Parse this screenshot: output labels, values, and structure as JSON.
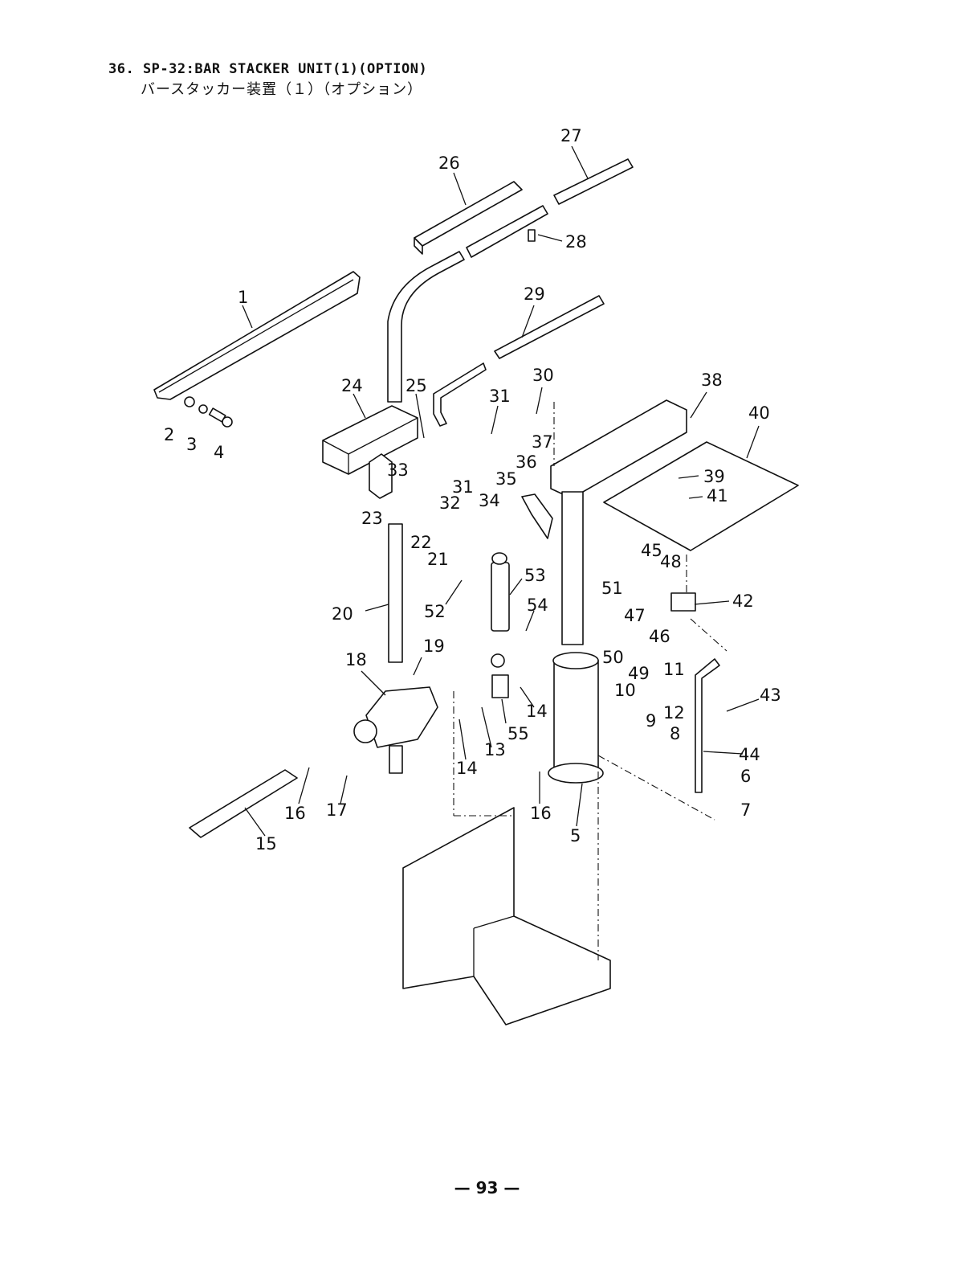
{
  "header": {
    "title_en": "36. SP-32:BAR STACKER UNIT(1)(OPTION)",
    "title_jp": "バースタッカー装置（１）（オプション）"
  },
  "footer": {
    "page": "— 93 —"
  },
  "labels": [
    "1",
    "2",
    "3",
    "4",
    "5",
    "6",
    "7",
    "8",
    "9",
    "10",
    "11",
    "12",
    "13",
    "14",
    "15",
    "16",
    "17",
    "18",
    "19",
    "20",
    "21",
    "22",
    "23",
    "24",
    "25",
    "26",
    "27",
    "28",
    "29",
    "30",
    "31",
    "32",
    "33",
    "34",
    "35",
    "36",
    "37",
    "38",
    "39",
    "40",
    "41",
    "42",
    "43",
    "44",
    "45",
    "46",
    "47",
    "48",
    "49",
    "50",
    "51",
    "52",
    "53",
    "54",
    "55"
  ]
}
